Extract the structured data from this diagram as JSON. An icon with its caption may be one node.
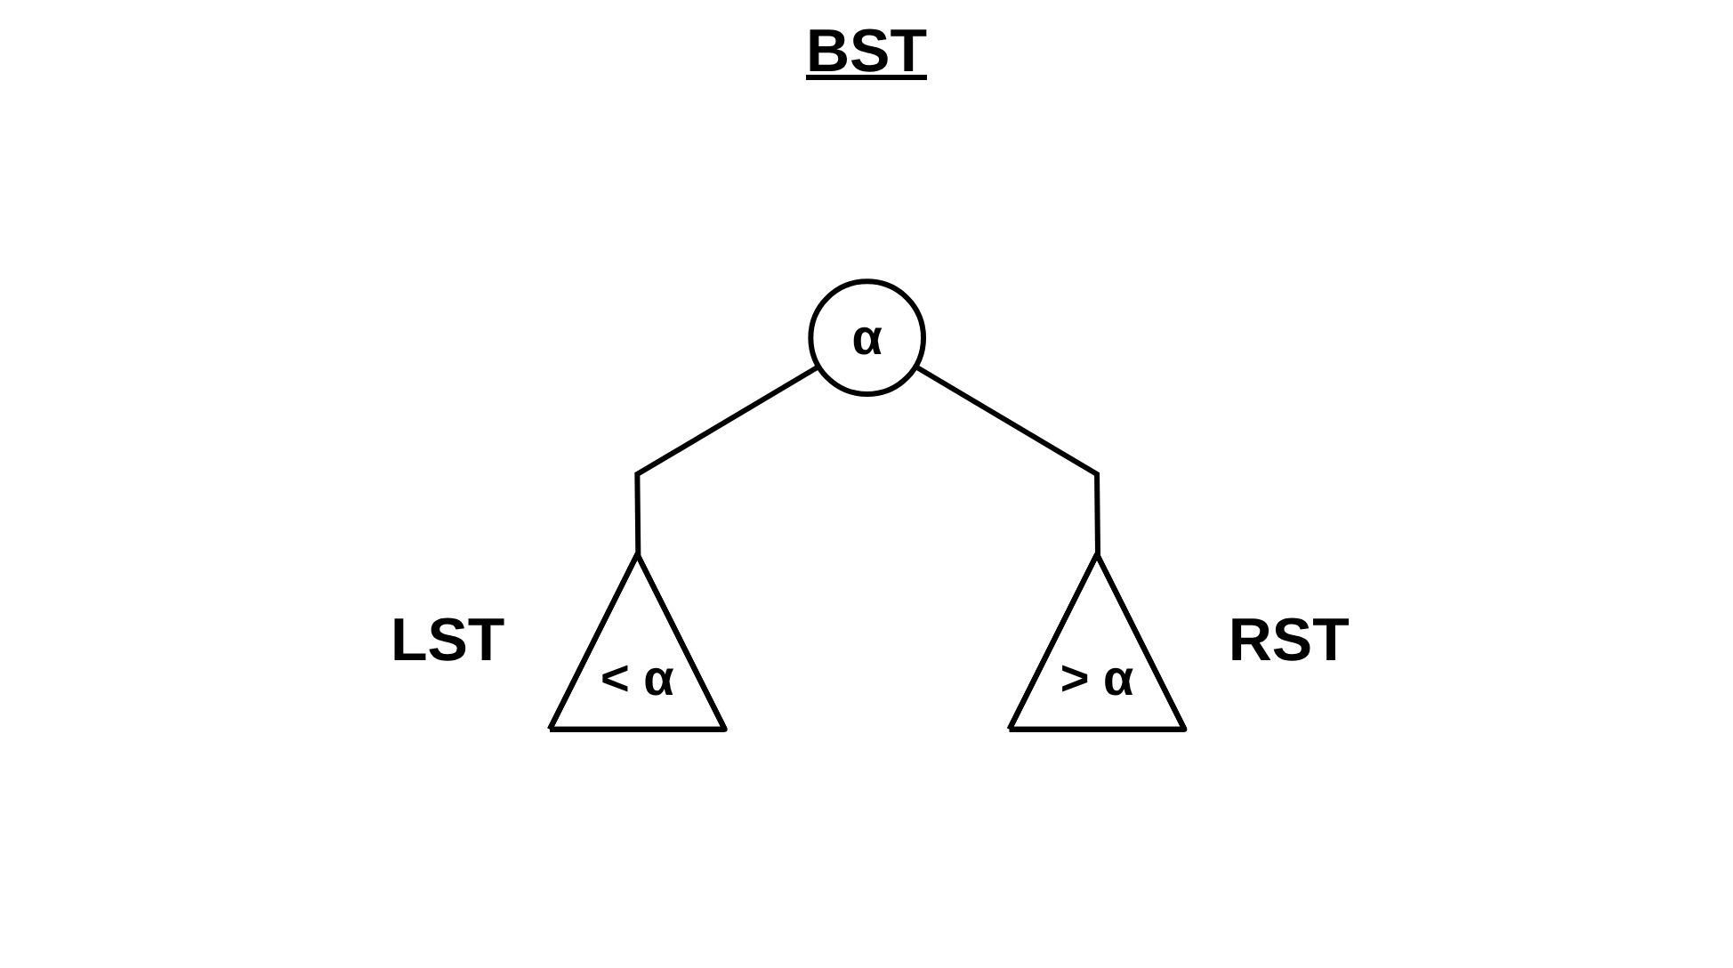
{
  "diagram": {
    "title": "BST",
    "nodes": [
      {
        "text": [
          "α"
        ]
      },
      {
        "text": [
          "< α"
        ],
        "beside": [
          "LST"
        ]
      },
      {
        "text": [
          "> α"
        ],
        "beside": [
          "RST"
        ]
      }
    ],
    "edges": [
      {
        "from": 0,
        "to": 1,
        "arrow": "none"
      },
      {
        "from": 0,
        "to": 2,
        "arrow": "none"
      }
    ]
  }
}
